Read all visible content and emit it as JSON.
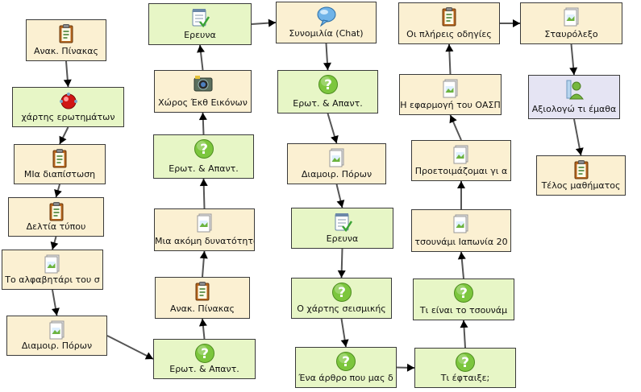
{
  "nodes": [
    {
      "id": "n1",
      "label": "Ανακ. Πίνακας",
      "icon": "clipboard-icon",
      "kind": "doc"
    },
    {
      "id": "n2",
      "label": "χάρτης ερωτημάτων",
      "icon": "red-ball-icon",
      "kind": "act"
    },
    {
      "id": "n3",
      "label": "ΜΙα διαπίστωση",
      "icon": "clipboard-icon",
      "kind": "doc"
    },
    {
      "id": "n4",
      "label": "Δελτία τύπου",
      "icon": "clipboard-icon",
      "kind": "doc"
    },
    {
      "id": "n5",
      "label": "Το αλφαβητάρι του σ",
      "icon": "image-file-icon",
      "kind": "doc"
    },
    {
      "id": "n6",
      "label": "Διαμοιρ. Πόρων",
      "icon": "image-file-icon",
      "kind": "doc"
    },
    {
      "id": "n7",
      "label": "Ερωτ. & Απαντ.",
      "icon": "question-icon",
      "kind": "act"
    },
    {
      "id": "n8",
      "label": "Ανακ. Πίνακας",
      "icon": "clipboard-icon",
      "kind": "doc"
    },
    {
      "id": "n9",
      "label": "Μια ακόμη δυνατότητα",
      "icon": "image-file-icon",
      "kind": "doc"
    },
    {
      "id": "n10",
      "label": "Ερωτ. & Απαντ.",
      "icon": "question-icon",
      "kind": "act"
    },
    {
      "id": "n11",
      "label": "Χώρος Έκθ Εικόνων",
      "icon": "gallery-icon",
      "kind": "doc"
    },
    {
      "id": "n12",
      "label": "Ερευνα",
      "icon": "checklist-icon",
      "kind": "act"
    },
    {
      "id": "n13",
      "label": "Συνομιλία (Chat)",
      "icon": "chat-bubble-icon",
      "kind": "doc"
    },
    {
      "id": "n14",
      "label": "Ερωτ. & Απαντ.",
      "icon": "question-icon",
      "kind": "act"
    },
    {
      "id": "n15",
      "label": "Διαμοιρ. Πόρων",
      "icon": "image-file-icon",
      "kind": "doc"
    },
    {
      "id": "n16",
      "label": "Ερευνα",
      "icon": "checklist-icon",
      "kind": "act"
    },
    {
      "id": "n17",
      "label": "Ο χάρτης σεισμικής",
      "icon": "question-icon",
      "kind": "act"
    },
    {
      "id": "n18",
      "label": "Ένα άρθρο που μας δ",
      "icon": "question-icon",
      "kind": "act"
    },
    {
      "id": "n19",
      "label": "Τι έφταιξε;",
      "icon": "question-icon",
      "kind": "act"
    },
    {
      "id": "n20",
      "label": "Τι είναι το τσουνάμ",
      "icon": "question-icon",
      "kind": "act"
    },
    {
      "id": "n21",
      "label": "τσουνάμι Ιαπωνία 20",
      "icon": "image-file-icon",
      "kind": "doc"
    },
    {
      "id": "n22",
      "label": "Προετοιμάζομαι γι α",
      "icon": "image-file-icon",
      "kind": "doc"
    },
    {
      "id": "n23",
      "label": "Η εφαρμογή του ΟΑΣΠ",
      "icon": "image-file-icon",
      "kind": "doc"
    },
    {
      "id": "n24",
      "label": "Οι πλήρεις οδηγίες",
      "icon": "clipboard-icon",
      "kind": "doc"
    },
    {
      "id": "n25",
      "label": "Σταυρόλεξο",
      "icon": "image-file-icon",
      "kind": "doc"
    },
    {
      "id": "n26",
      "label": "Αξιολογώ τι έμαθα",
      "icon": "assessment-icon",
      "kind": "eval"
    },
    {
      "id": "n27",
      "label": "Τέλος μαθήματος",
      "icon": "clipboard-icon",
      "kind": "doc"
    }
  ],
  "edges": [
    [
      "n1",
      "n2"
    ],
    [
      "n2",
      "n3"
    ],
    [
      "n3",
      "n4"
    ],
    [
      "n4",
      "n5"
    ],
    [
      "n5",
      "n6"
    ],
    [
      "n6",
      "n7"
    ],
    [
      "n7",
      "n8"
    ],
    [
      "n8",
      "n9"
    ],
    [
      "n9",
      "n10"
    ],
    [
      "n10",
      "n11"
    ],
    [
      "n11",
      "n12"
    ],
    [
      "n12",
      "n13"
    ],
    [
      "n13",
      "n14"
    ],
    [
      "n14",
      "n15"
    ],
    [
      "n15",
      "n16"
    ],
    [
      "n16",
      "n17"
    ],
    [
      "n17",
      "n18"
    ],
    [
      "n18",
      "n19"
    ],
    [
      "n19",
      "n20"
    ],
    [
      "n20",
      "n21"
    ],
    [
      "n21",
      "n22"
    ],
    [
      "n22",
      "n23"
    ],
    [
      "n23",
      "n24"
    ],
    [
      "n24",
      "n25"
    ],
    [
      "n25",
      "n26"
    ],
    [
      "n26",
      "n27"
    ]
  ],
  "colors": {
    "doc_fill": "#fbf0d2",
    "act_fill": "#e7f6c6",
    "eval_fill": "#e5e4f3",
    "border": "#3a3a3a",
    "connector": "#555555",
    "arrow": "#000000"
  }
}
